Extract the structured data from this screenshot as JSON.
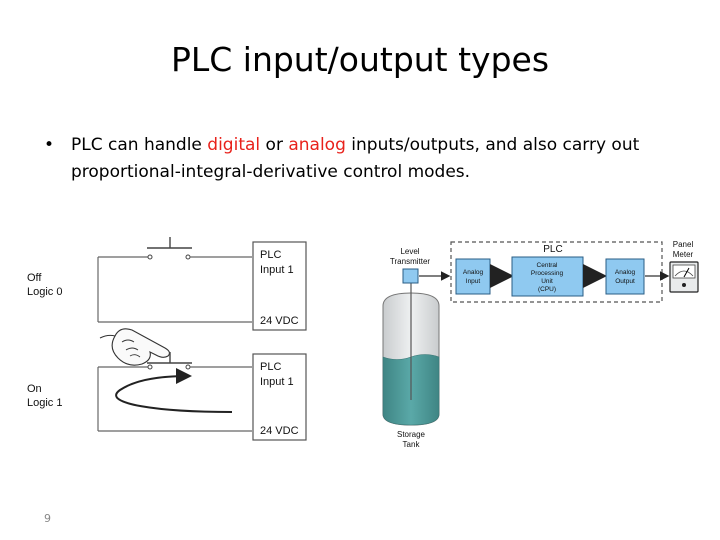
{
  "slide": {
    "title": "PLC input/output types",
    "bullet": {
      "prefix": "PLC can handle ",
      "word1": "digital",
      "joiner": " or ",
      "word2": "analog",
      "suffix": " inputs/outputs, and also carry out proportional-integral-derivative control modes."
    },
    "page_number": "9"
  },
  "left_diagram": {
    "off_state": {
      "line1": "Off",
      "line2": "Logic 0"
    },
    "on_state": {
      "line1": "On",
      "line2": "Logic 1"
    },
    "plc_box_top": {
      "line1": "PLC",
      "line2": "Input 1",
      "supply": "24 VDC"
    },
    "plc_box_bottom": {
      "line1": "PLC",
      "line2": "Input 1",
      "supply": "24 VDC"
    }
  },
  "right_diagram": {
    "level_transmitter": {
      "line1": "Level",
      "line2": "Transmitter"
    },
    "plc_label": "PLC",
    "analog_input": {
      "line1": "Analog",
      "line2": "Input"
    },
    "cpu": {
      "line1": "Central",
      "line2": "Processing",
      "line3": "Unit",
      "line4": "(CPU)"
    },
    "analog_output": {
      "line1": "Analog",
      "line2": "Output"
    },
    "panel_meter": {
      "line1": "Panel",
      "line2": "Meter"
    },
    "storage_tank": {
      "line1": "Storage",
      "line2": "Tank"
    }
  },
  "colors": {
    "highlight": "#e8211b",
    "block_fill": "#8fc9f0",
    "tank_liquid": "#4f9b9a",
    "tank_empty": "#dde0e2"
  }
}
